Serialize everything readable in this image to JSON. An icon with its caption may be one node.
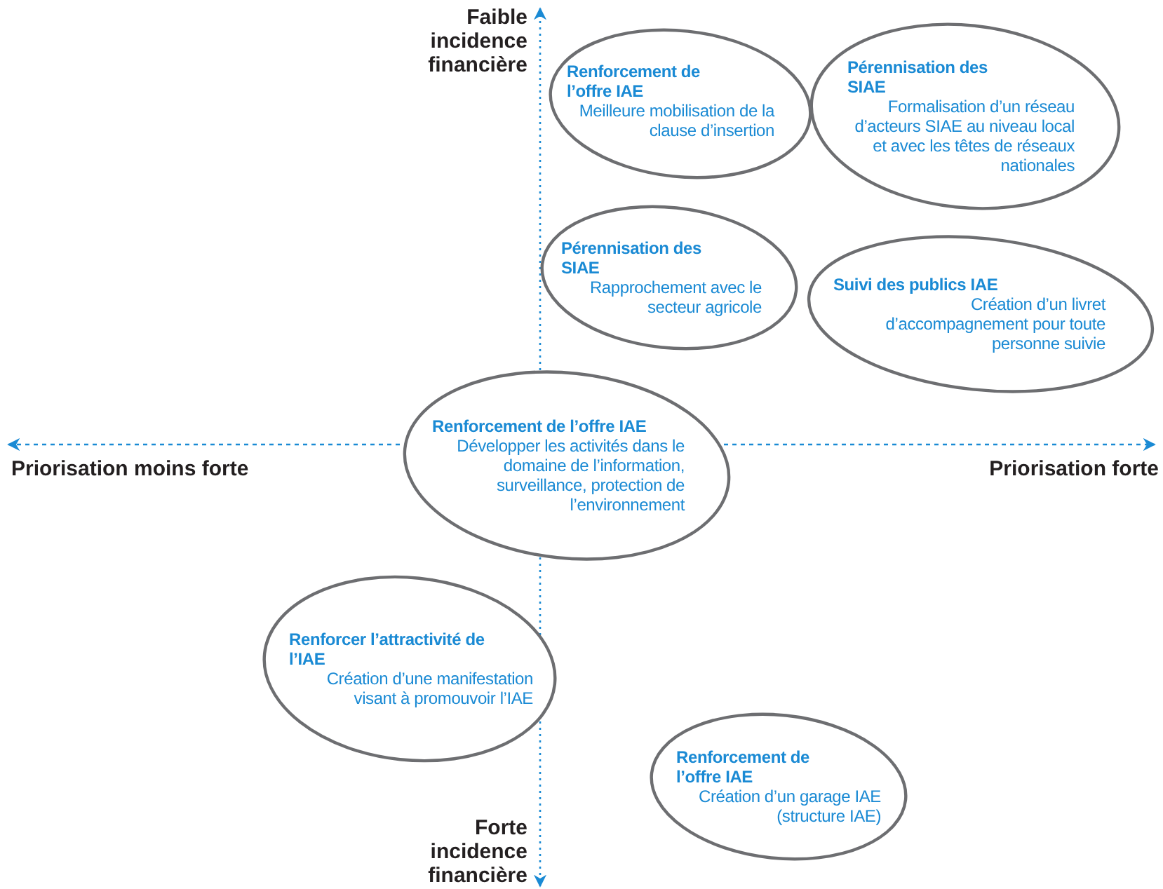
{
  "diagram": {
    "nodes": [
      {
        "text": [
          "Renforcement de l’offre IAE",
          "Meilleure mobilisation de la clause d’insertion"
        ]
      },
      {
        "text": [
          "Pérennisation des SIAE",
          "Formalisation d’un réseau d’acteurs SIAE au niveau local et avec les têtes de réseaux nationales"
        ]
      },
      {
        "text": [
          "Pérennisation des SIAE",
          "Rapprochement avec le secteur agricole"
        ]
      },
      {
        "text": [
          "Suivi des publics IAE",
          "Création d’un livret d’accompagnement pour toute personne suivie"
        ]
      },
      {
        "text": [
          "Renforcement de l’offre IAE",
          "Développer les activités dans le domaine de l’information, surveillance, protection de l’environnement"
        ]
      },
      {
        "text": [
          "Renforcer l’attractivité de l’IAE",
          "Création d’une manifestation visant à promouvoir l’IAE"
        ]
      },
      {
        "text": [
          "Renforcement de l’offre IAE",
          "Création d’un garage IAE (structure IAE)"
        ]
      }
    ],
    "labels": [
      "Faible incidence financière",
      "Priorisation moins forte",
      "Priorisation forte",
      "Forte incidence financière"
    ]
  }
}
